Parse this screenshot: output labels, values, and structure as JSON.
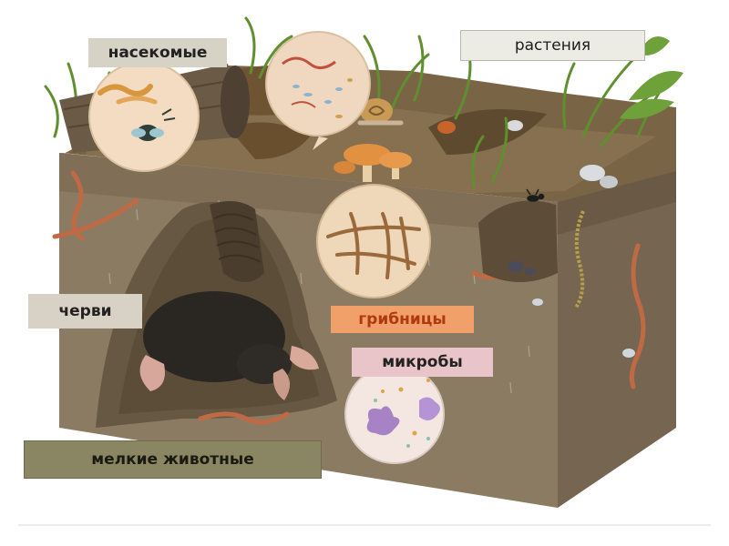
{
  "labels": {
    "insects": "насекомые",
    "plants": "растения",
    "worms": "черви",
    "fungi": "грибницы",
    "microbes": "микробы",
    "small_animals": "мелкие животные"
  },
  "colors": {
    "soil_top": "#7a6446",
    "soil_front": "#8b7b63",
    "soil_side": "#766651",
    "grass": "#5f8f2f",
    "worm": "#c06a45",
    "mole": "#2a2723",
    "fungi_label_bg": "#f2a06a",
    "microbes_label_bg": "#e9c4c8",
    "animals_label_bg": "#8a8562"
  }
}
